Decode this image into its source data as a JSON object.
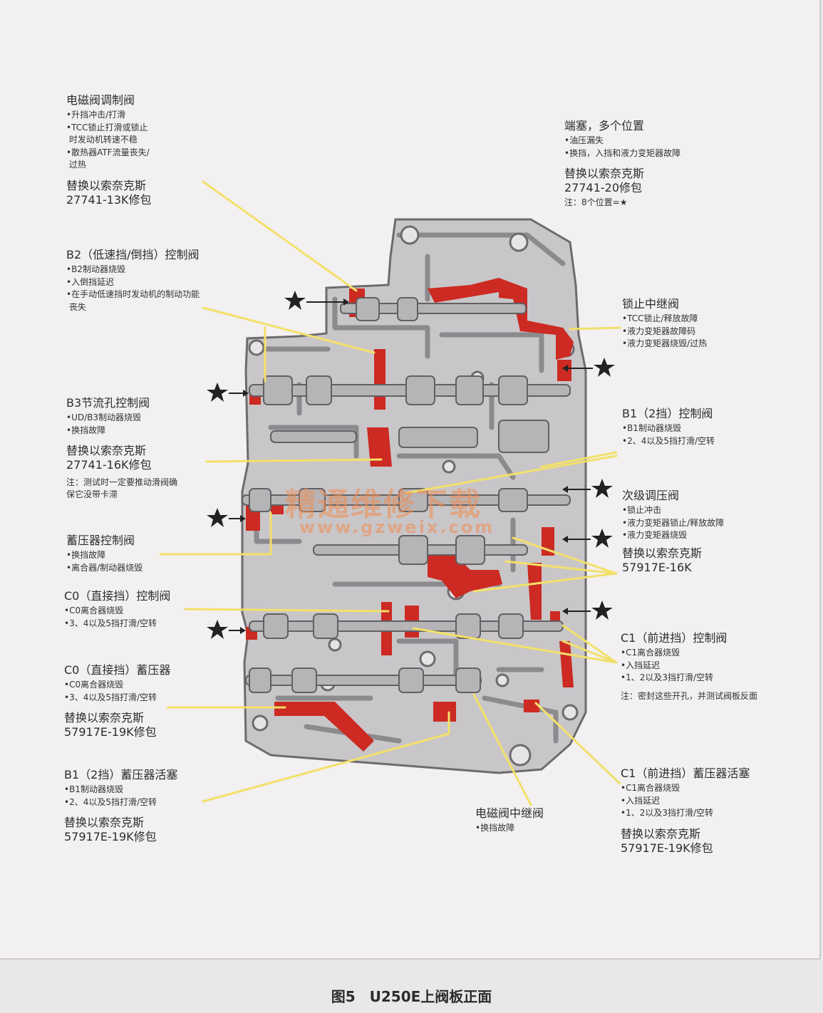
{
  "caption": "图5　U250E上阀板正面",
  "watermark": {
    "cn": "精通维修下载",
    "url": "www.gzweix.com"
  },
  "callouts": {
    "solenoid_mod": {
      "title": "电磁阀调制阀",
      "items": [
        "升挡冲击/打滑",
        "TCC锁止打滑或锁止\n 时发动机转速不稳",
        "散热器ATF流量丧失/\n 过热"
      ],
      "repl": "替换以索奈克斯\n27741-13K修包"
    },
    "end_plug": {
      "title": "端塞，多个位置",
      "items": [
        "油压漏失",
        "换挡，入挡和液力变矩器故障"
      ],
      "repl": "替换以索奈克斯\n27741-20修包",
      "note": "注：8个位置=★"
    },
    "b2_control": {
      "title": "B2（低速挡/倒挡）控制阀",
      "items": [
        "B2制动器烧毁",
        "入倒挡延迟",
        "在手动低速挡时发动机的制动功能\n 丧失"
      ]
    },
    "lockup_relay": {
      "title": "锁止中继阀",
      "items": [
        "TCC锁止/释放故障",
        "液力变矩器故障码",
        "液力变矩器烧毁/过热"
      ]
    },
    "b3_orifice": {
      "title": "B3节流孔控制阀",
      "items": [
        "UD/B3制动器烧毁",
        "换挡故障"
      ],
      "repl": "替换以索奈克斯\n27741-16K修包",
      "note": "注：测试时一定要推动滑阀确\n保它没带卡滞"
    },
    "b1_control": {
      "title": "B1（2挡）控制阀",
      "items": [
        "B1制动器烧毁",
        "2、4以及5挡打滑/空转"
      ]
    },
    "secondary_reg": {
      "title": "次级调压阀",
      "items": [
        "锁止冲击",
        "液力变矩器锁止/释放故障",
        "液力变矩器烧毁"
      ],
      "repl": "替换以索奈克斯\n57917E-16K"
    },
    "accumulator_ctrl": {
      "title": "蓄压器控制阀",
      "items": [
        "换挡故障",
        "离合器/制动器烧毁"
      ]
    },
    "c0_control": {
      "title": "C0（直接挡）控制阀",
      "items": [
        "C0离合器烧毁",
        "3、4以及5挡打滑/空转"
      ]
    },
    "c1_control": {
      "title": "C1（前进挡）控制阀",
      "items": [
        "C1离合器烧毁",
        "入挡延迟",
        "1、2以及3挡打滑/空转"
      ],
      "note": "注：密封这些开孔，并测试阀板反面"
    },
    "c0_accumulator": {
      "title": "C0（直接挡）蓄压器",
      "items": [
        "C0离合器烧毁",
        "3、4以及5挡打滑/空转"
      ],
      "repl": "替换以索奈克斯\n57917E-19K修包"
    },
    "b1_accumulator": {
      "title": "B1（2挡）蓄压器活塞",
      "items": [
        "B1制动器烧毁",
        "2、4以及5挡打滑/空转"
      ],
      "repl": "替换以索奈克斯\n57917E-19K修包"
    },
    "solenoid_relay": {
      "title": "电磁阀中继阀",
      "items": [
        "换挡故障"
      ]
    },
    "c1_accumulator": {
      "title": "C1（前进挡）蓄压器活塞",
      "items": [
        "C1离合器烧毁",
        "入挡延迟",
        "1、2以及3挡打滑/空转"
      ],
      "repl": "替换以索奈克斯\n57917E-19K修包"
    }
  },
  "colors": {
    "body": "#c9c7c9",
    "channel": "#8f8d90",
    "highlight": "#cc2a22",
    "leader": "#f3e06a"
  }
}
